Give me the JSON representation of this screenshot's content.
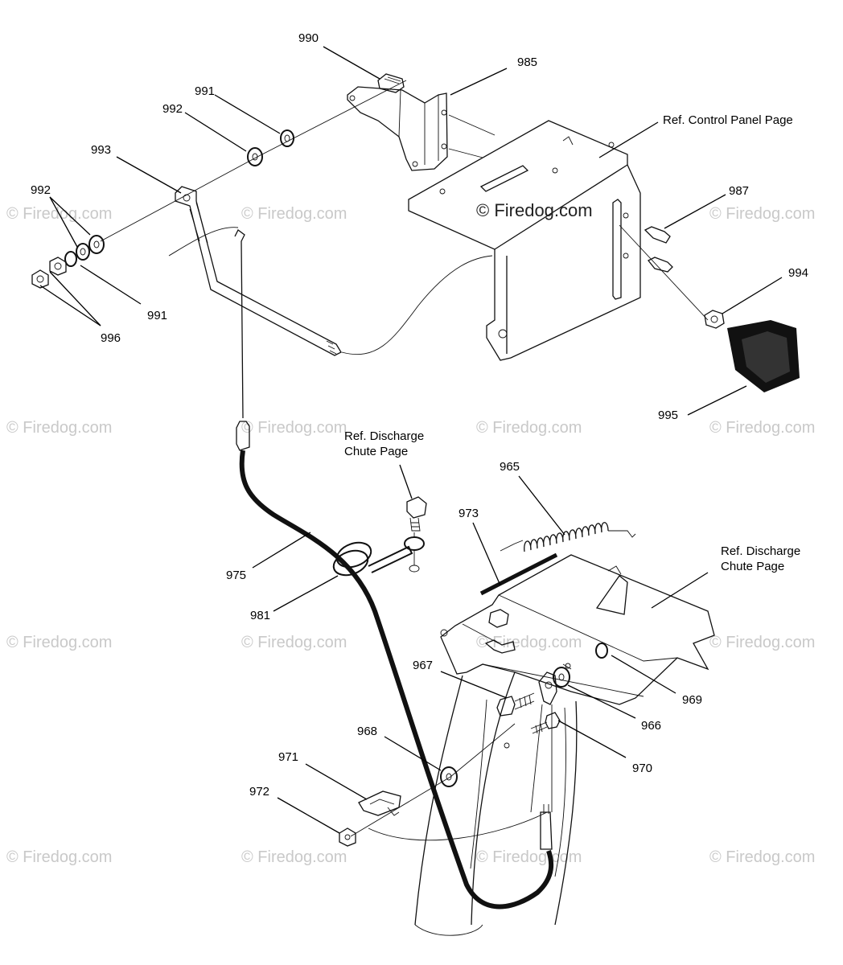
{
  "callouts": {
    "c990": "990",
    "c985": "985",
    "c991a": "991",
    "c992a": "992",
    "c993": "993",
    "c992b": "992",
    "c991b": "991",
    "c996": "996",
    "c987": "987",
    "c994": "994",
    "c995": "995",
    "c965": "965",
    "c973": "973",
    "c975": "975",
    "c981": "981",
    "c967": "967",
    "c969": "969",
    "c966": "966",
    "c968": "968",
    "c970": "970",
    "c971": "971",
    "c972": "972"
  },
  "references": {
    "control_panel": "Ref. Control Panel Page",
    "discharge_chute_1_line1": "Ref. Discharge",
    "discharge_chute_1_line2": "Chute Page",
    "discharge_chute_2_line1": "Ref. Discharge",
    "discharge_chute_2_line2": "Chute Page"
  },
  "watermark": {
    "text": "© Firedog.com",
    "center_text": "© Firedog.com"
  }
}
